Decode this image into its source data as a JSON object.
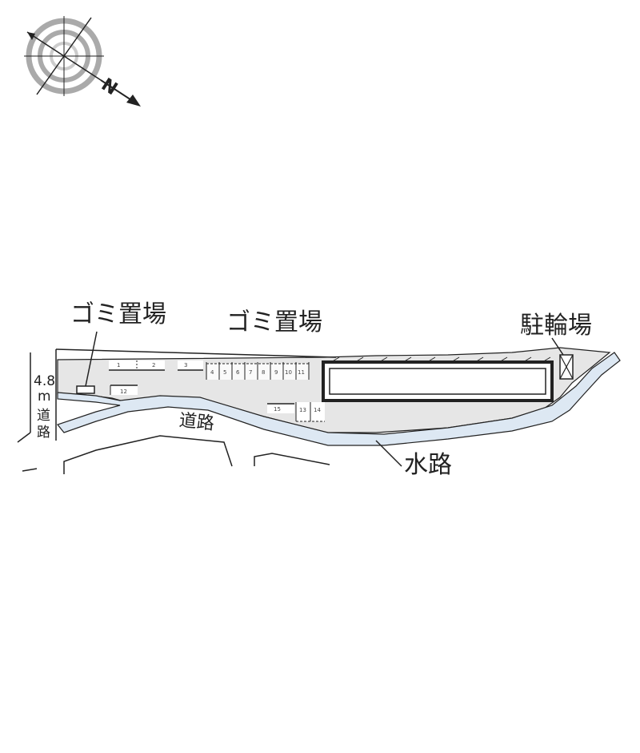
{
  "labels": {
    "garbage_1": "ゴミ置場",
    "garbage_2": "ゴミ置場",
    "bicycle_parking": "駐輪場",
    "road": "道路",
    "waterway": "水路",
    "road_width_value": "4.8",
    "road_width_unit": "m",
    "side_road_1": "道",
    "side_road_2": "路",
    "compass_n": "N"
  },
  "parking_spaces": [
    "1",
    "2",
    "3",
    "4",
    "5",
    "6",
    "7",
    "8",
    "9",
    "10",
    "11",
    "12",
    "13",
    "14",
    "15"
  ],
  "colors": {
    "lot": "#e6e6e6",
    "waterway": "#dde8f3",
    "line": "#222222"
  }
}
